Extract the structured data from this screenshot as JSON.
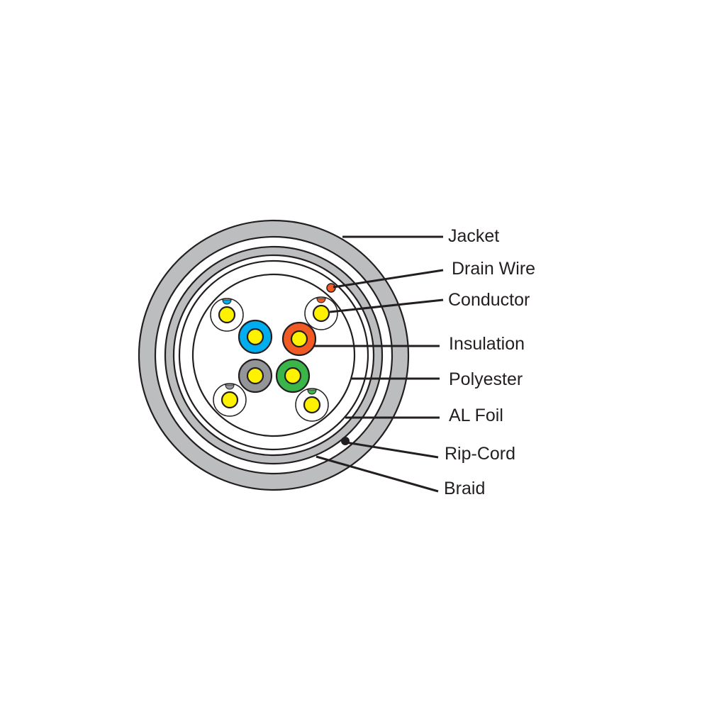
{
  "labels": {
    "jacket": "Jacket",
    "drain_wire": "Drain Wire",
    "conductor": "Conductor",
    "insulation": "Insulation",
    "polyester": "Polyester",
    "al_foil": "AL Foil",
    "rip_cord": "Rip-Cord",
    "braid": "Braid"
  },
  "colors": {
    "jacket": "#bbbdbf",
    "braid": "#bbbdbf",
    "conductor": "#fff200",
    "outline": "#231f20",
    "pair_blue": "#00aeef",
    "pair_orange": "#f15a24",
    "pair_gray": "#939598",
    "pair_green": "#39b54a",
    "drain_wire": "#f15a24",
    "rip_cord": "#231f20"
  }
}
